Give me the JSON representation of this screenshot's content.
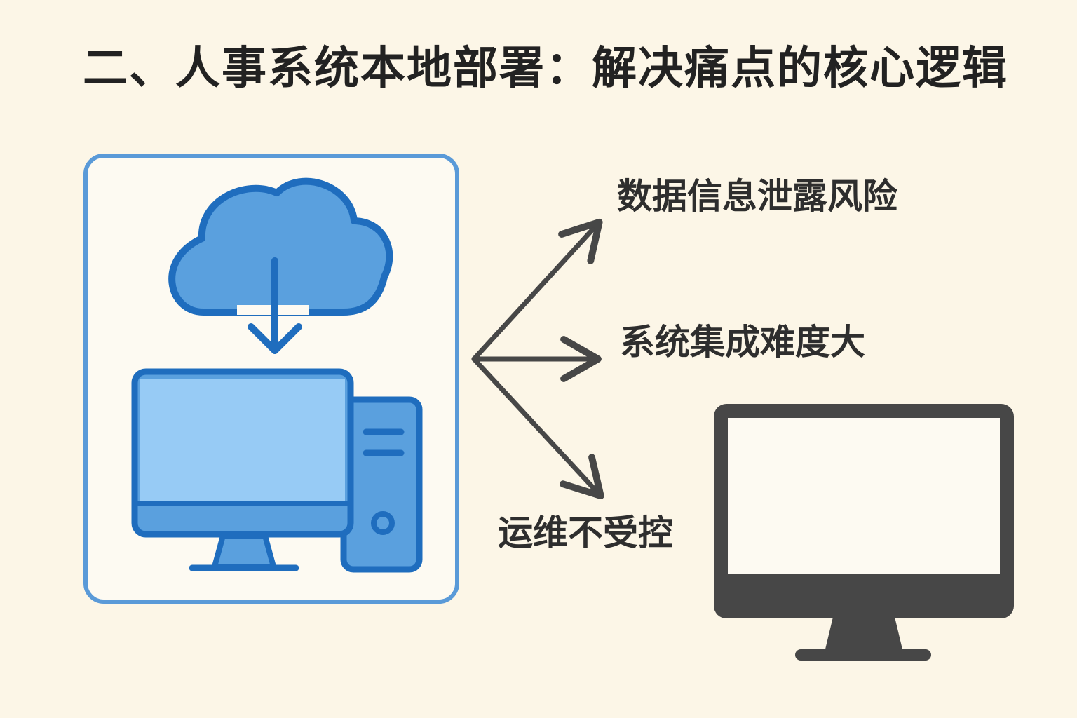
{
  "title": "二、人事系统本地部署：解决痛点的核心逻辑",
  "pain_points": [
    {
      "label": "数据信息泄露风险"
    },
    {
      "label": "系统集成难度大"
    },
    {
      "label": "运维不受控"
    }
  ],
  "icons": {
    "left_panel": [
      "cloud-download-icon",
      "desktop-computer-icon"
    ],
    "right": "monitor-icon"
  },
  "colors": {
    "background": "#fcf6e7",
    "accent_blue": "#1f6dbe",
    "cloud_fill": "#5aa0de",
    "screen_fill": "#97cbf5",
    "dark_gray": "#474747"
  }
}
